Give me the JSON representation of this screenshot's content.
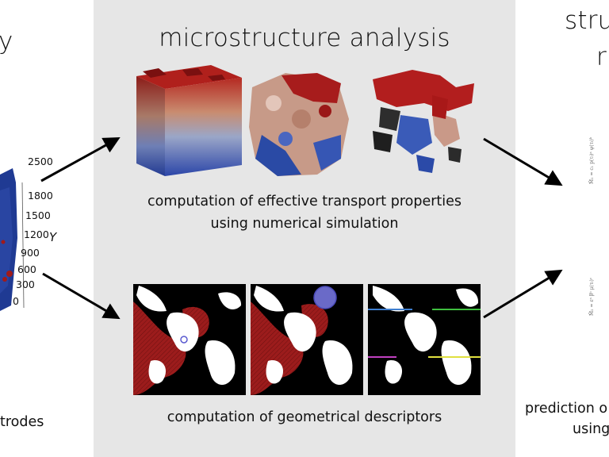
{
  "left": {
    "title_fragment": "y",
    "caption_fragment": "trodes",
    "axis_ticks": [
      "2500",
      "1800",
      "1500",
      "1200",
      "900",
      "600",
      "300",
      "0"
    ],
    "axis_label": "Y"
  },
  "middle": {
    "title": "microstructure analysis",
    "caption_top_line1": "computation of effective transport properties",
    "caption_top_line2": "using numerical simulation",
    "caption_bottom": "computation of geometrical descriptors"
  },
  "right": {
    "title_line1": "stru",
    "title_line2": "r",
    "formula_top": "M̃₁ = c₁ p(τₗ)ᵃ ψ(τₗ)ᵇ",
    "formula_bottom": "M̃₂ = εᵃ βᵇ μ(τₗ)ᶜ",
    "caption_line1": "prediction o",
    "caption_line2": "using"
  },
  "colors": {
    "middle_band": "#e6e6e6",
    "red_phase": "#a01a1a",
    "blue_phase": "#2a3f8f",
    "pore": "#ffffff",
    "solid": "#000000"
  }
}
